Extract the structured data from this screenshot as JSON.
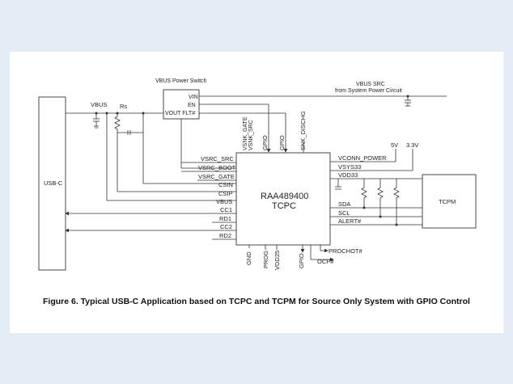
{
  "figure": {
    "caption": "Figure 6. Typical USB-C Application based on TCPC and TCPM for Source Only System with GPIO Control"
  },
  "blocks": {
    "usbc": "USB-C",
    "tcpm": "TCPM",
    "chip_name": "RAA489400",
    "chip_type": "TCPC",
    "power_switch_title": "VBUS Power Switch",
    "sw_vin": "VIN",
    "sw_en": "EN",
    "sw_vout": "VOUT FLT#"
  },
  "labels": {
    "vbus": "VBUS",
    "rs": "Rs",
    "vbus_src": "VBUS SRC",
    "vbus_src_sub": "from System Power Circuit",
    "v5": "5V",
    "v33": "3.3V",
    "prochot": "PROCHOT#",
    "ocp": "OCP#"
  },
  "pins": {
    "left": [
      "VSRC_SRC",
      "VSRC_BOOT",
      "VSRC_GATE",
      "CSIN",
      "CSIP",
      "VBUS",
      "CC1",
      "RD1",
      "CC2",
      "RD2"
    ],
    "top": [
      "VSNK_GATE",
      "VSNK_SRC",
      "GPIO",
      "GPIO",
      "SNK_DISCHG"
    ],
    "right": [
      "VCONN_POWER",
      "VSYS33",
      "VDD33",
      "SDA",
      "SCL",
      "ALERT#"
    ],
    "bottom": [
      "GND",
      "PROG",
      "VDD25",
      "GPIO"
    ]
  },
  "colors": {
    "background": "#e4ecf6",
    "sheet": "#ffffff",
    "line": "#333333"
  }
}
